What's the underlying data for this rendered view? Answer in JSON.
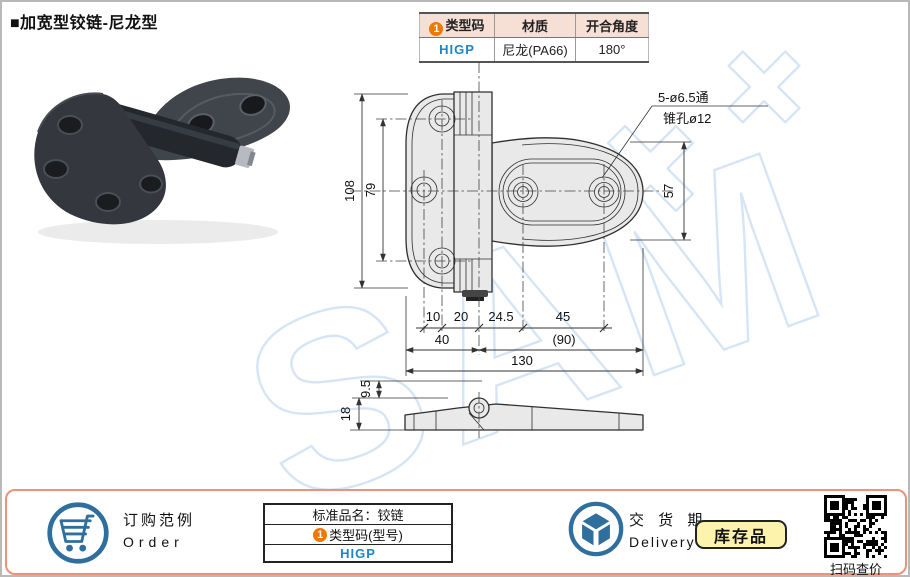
{
  "title": "■加宽型铰链-尼龙型",
  "spec_table": {
    "badge": "1",
    "h_type": "类型码",
    "h_material": "材质",
    "h_angle": "开合角度",
    "v_type": "HIGP",
    "v_material": "尼龙(PA66)",
    "v_angle": "180°"
  },
  "drawing": {
    "callout1": "5-ø6.5通",
    "callout2": "锥孔ø12",
    "d108": "108",
    "d79": "79",
    "d57": "57",
    "d10": "10",
    "d20": "20",
    "d245": "24.5",
    "d45": "45",
    "d40": "40",
    "d90": "(90)",
    "d130": "130",
    "d95": "9.5",
    "d18": "18"
  },
  "watermark": {
    "text": "SAM"
  },
  "footer": {
    "order_cn": "订购范例",
    "order_en": "Order",
    "box_name": "标准品名：铰链",
    "box_badge": "1",
    "box_code_label": "类型码(型号)",
    "box_code": "HIGP",
    "delivery_cn": "交 货 期",
    "delivery_en": "Delivery",
    "stock": "库存品",
    "qr_caption": "扫码查价"
  },
  "colors": {
    "accent_orange": "#ee7800",
    "link_blue": "#1e86c7",
    "icon_blue": "#2e6f9e",
    "footer_border": "#f0907b",
    "table_header_bg": "#f6dfd5",
    "stock_bg": "#fdf3ac",
    "watermark_blue": "#d6e5f5",
    "drawing_fill": "#e9e9e9"
  }
}
